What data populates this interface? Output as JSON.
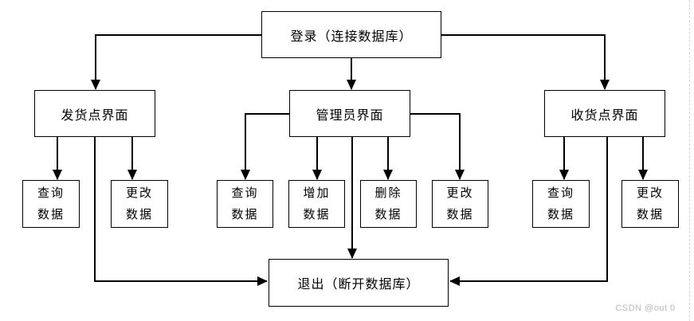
{
  "diagram": {
    "nodes": {
      "login": {
        "label": "登录（连接数据库）"
      },
      "shipping": {
        "label": "发货点界面"
      },
      "admin": {
        "label": "管理员界面"
      },
      "receiving": {
        "label": "收货点界面"
      },
      "ship_query": {
        "label": "查询\n数据"
      },
      "ship_update": {
        "label": "更改\n数据"
      },
      "admin_query": {
        "label": "查询\n数据"
      },
      "admin_add": {
        "label": "增加\n数据"
      },
      "admin_delete": {
        "label": "删除\n数据"
      },
      "admin_update": {
        "label": "更改\n数据"
      },
      "recv_query": {
        "label": "查询\n数据"
      },
      "recv_update": {
        "label": "更改\n数据"
      },
      "logout": {
        "label": "退出（断开数据库）"
      }
    },
    "edges": [
      {
        "from": "login",
        "to": "shipping"
      },
      {
        "from": "login",
        "to": "admin"
      },
      {
        "from": "login",
        "to": "receiving"
      },
      {
        "from": "shipping",
        "to": "ship_query"
      },
      {
        "from": "shipping",
        "to": "ship_update"
      },
      {
        "from": "shipping",
        "to": "logout"
      },
      {
        "from": "admin",
        "to": "admin_query"
      },
      {
        "from": "admin",
        "to": "admin_add"
      },
      {
        "from": "admin",
        "to": "admin_delete"
      },
      {
        "from": "admin",
        "to": "admin_update"
      },
      {
        "from": "admin",
        "to": "logout"
      },
      {
        "from": "receiving",
        "to": "recv_query"
      },
      {
        "from": "receiving",
        "to": "recv_update"
      },
      {
        "from": "receiving",
        "to": "logout"
      }
    ],
    "colors": {
      "line": "#000000",
      "background": "#ffffff",
      "watermark_text": "#b9b9b9"
    },
    "watermark": "CSDN @out 0"
  }
}
